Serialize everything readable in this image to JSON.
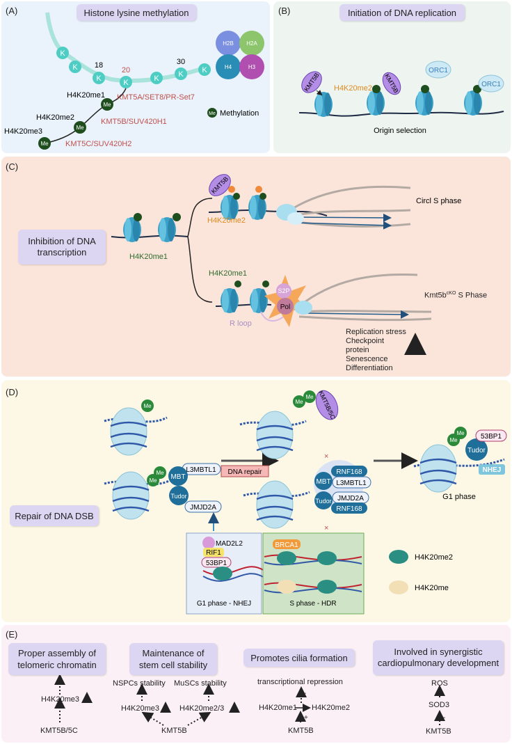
{
  "panelA": {
    "label": "(A)",
    "title": "Histone lysine methylation",
    "residues": [
      "18",
      "20",
      "30"
    ],
    "k": "K",
    "h4k20me1": "H4K20me1",
    "h4k20me2": "H4K20me2",
    "h4k20me3": "H4K20me3",
    "enzyme1": "KMT5A/SET8/PR-Set7",
    "enzyme2": "KMT5B/SUV420H1",
    "enzyme3": "KMT5C/SUV420H2",
    "me": "Me",
    "methylation": "Methylation",
    "histones": [
      "H2B",
      "H2A",
      "H4",
      "H3"
    ]
  },
  "panelB": {
    "label": "(B)",
    "title": "Initiation of DNA replication",
    "kmt5b": "KMT5B",
    "h4k20me2": "H4K20me2",
    "orc1": "ORC1",
    "caption": "Origin selection"
  },
  "panelC": {
    "label": "(C)",
    "inhibition": "Inhibition of DNA transcription",
    "h4k20me1": "H4K20me1",
    "h4k20me2": "H4K20me2",
    "kmt5b": "KMT5B",
    "circl": "Circl S phase",
    "kmt5b_ko": "Kmt5b",
    "ko_sup": "cKO",
    "ko_tail": " S Phase",
    "s2p": "S2P",
    "pol": "Pol",
    "rloop": "R loop",
    "outcomes": [
      "Replication stress",
      "Checkpoint",
      "protein",
      "Senescence",
      "Differentiation"
    ]
  },
  "panelD": {
    "label": "(D)",
    "repair": "Repair of DNA DSB",
    "l3mbtl1": "L3MBTL1",
    "mbt": "MBT",
    "tudor": "Tudor",
    "jmjd2a": "JMJD2A",
    "dna_repair": "DNA repair",
    "kmt5b5c": "KMT5B/5C",
    "rnf168": "RNF168",
    "bp53": "53BP1",
    "nhej": "NHEJ",
    "g1phase": "G1 phase",
    "mad2l2": "MAD2L2",
    "rif1": "RIF1",
    "brca1": "BRCA1",
    "g1_nhej": "G1 phase - NHEJ",
    "s_hdr": "S phase - HDR",
    "leg_me2": "H4K20me2",
    "leg_me": "H4K20me"
  },
  "panelE": {
    "label": "(E)",
    "box1": "Proper assembly of telomeric chromatin",
    "box2": "Maintenance of stem cell stability",
    "box3": "Promotes cilia formation",
    "box4": "Involved in synergistic cardiopulmonary development",
    "b1_mark": "H4K20me3",
    "b1_enz": "KMT5B/5C",
    "nspcs": "NSPCs stability",
    "muscs": "MuSCs stability",
    "b2_me3": "H4K20me3",
    "b2_me23": "H4K20me2/3",
    "b2_enz": "KMT5B",
    "transrep": "transcriptional repression",
    "b3_me1": "H4K20me1",
    "b3_me2": "H4K20me2",
    "b3_enz": "KMT5B",
    "ros": "ROS",
    "sod3": "SOD3",
    "b4_enz": "KMT5B",
    "minus": "-",
    "plus": "+"
  }
}
